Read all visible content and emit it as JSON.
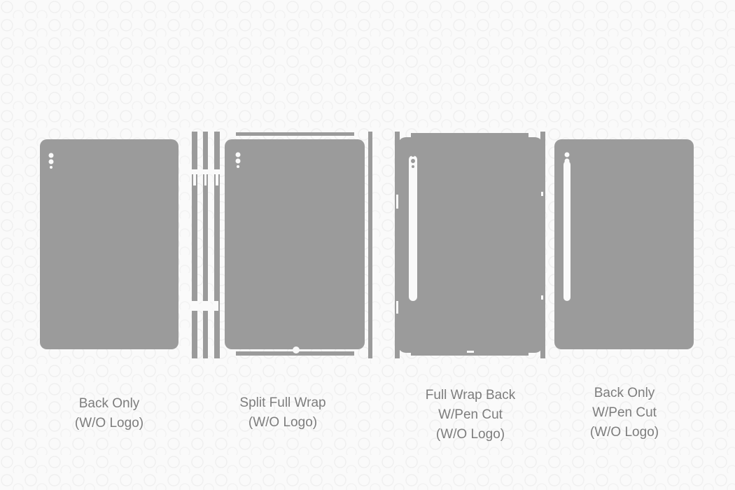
{
  "fill_color": "#9b9b9b",
  "variants": [
    {
      "lines": [
        "Back Only",
        "(W/O Logo)"
      ]
    },
    {
      "lines": [
        "Split Full Wrap",
        "(W/O Logo)"
      ]
    },
    {
      "lines": [
        "Full Wrap Back",
        "W/Pen Cut",
        "(W/O Logo)"
      ]
    },
    {
      "lines": [
        "Back Only",
        "W/Pen Cut",
        "(W/O Logo)"
      ]
    }
  ]
}
